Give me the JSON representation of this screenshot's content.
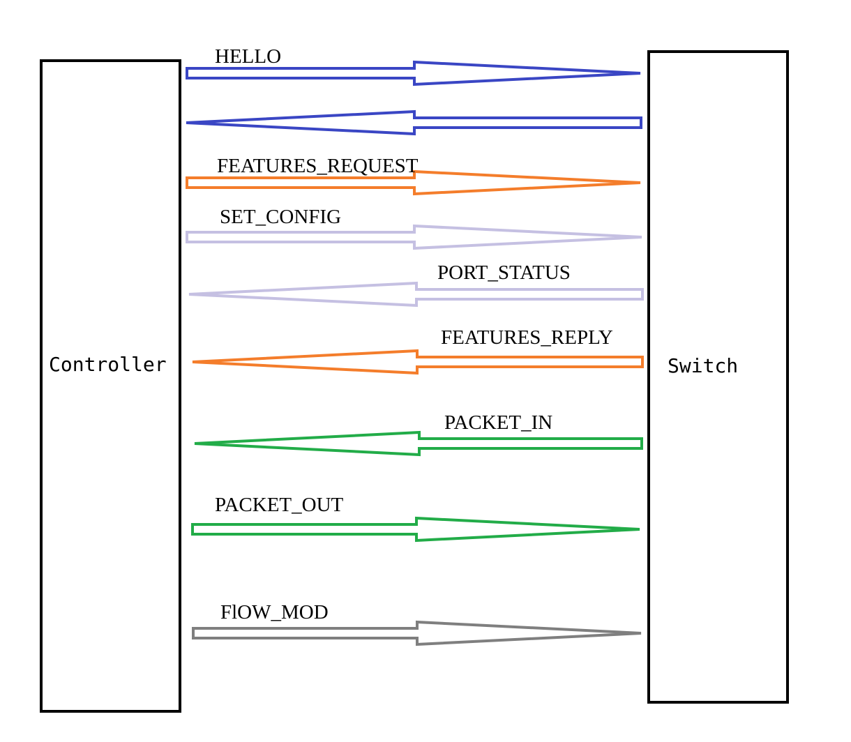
{
  "entities": {
    "controller": {
      "label": "Controller"
    },
    "switch": {
      "label": "Switch"
    }
  },
  "colors": {
    "hello": "#3a46c4",
    "features": "#f47d2b",
    "config": "#c5c0e2",
    "packet": "#22ac48",
    "flow": "#7f7f7f",
    "box": "#000000"
  },
  "messages": [
    {
      "id": "hello-request",
      "label": "HELLO",
      "direction": "to-switch",
      "color_key": "hello"
    },
    {
      "id": "hello-reply",
      "label": "",
      "direction": "to-controller",
      "color_key": "hello"
    },
    {
      "id": "features-request",
      "label": "FEATURES_REQUEST",
      "direction": "to-switch",
      "color_key": "features"
    },
    {
      "id": "set-config",
      "label": "SET_CONFIG",
      "direction": "to-switch",
      "color_key": "config"
    },
    {
      "id": "port-status",
      "label": "PORT_STATUS",
      "direction": "to-controller",
      "color_key": "config"
    },
    {
      "id": "features-reply",
      "label": "FEATURES_REPLY",
      "direction": "to-controller",
      "color_key": "features"
    },
    {
      "id": "packet-in",
      "label": "PACKET_IN",
      "direction": "to-controller",
      "color_key": "packet"
    },
    {
      "id": "packet-out",
      "label": "PACKET_OUT",
      "direction": "to-switch",
      "color_key": "packet"
    },
    {
      "id": "flow-mod",
      "label": "FlOW_MOD",
      "direction": "to-switch",
      "color_key": "flow"
    }
  ]
}
